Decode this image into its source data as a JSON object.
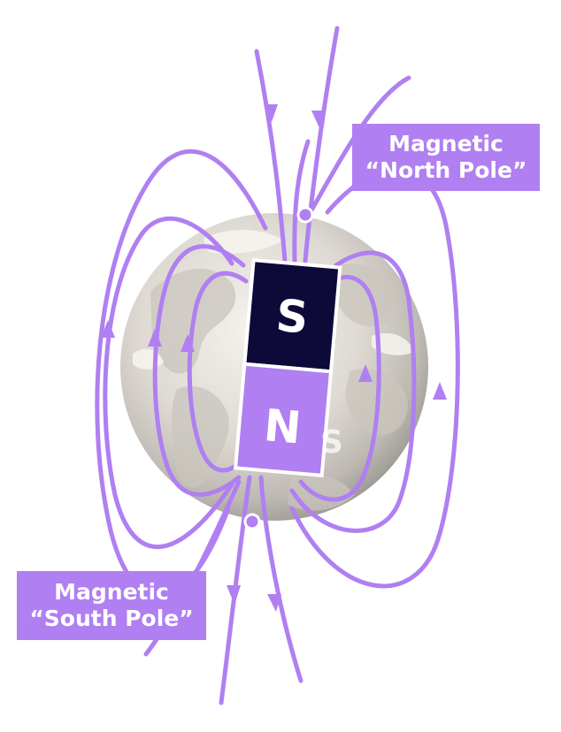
{
  "diagram": {
    "magnet": {
      "top_letter": "S",
      "bottom_letter": "N",
      "top_color": "#0d0a3a",
      "bottom_color": "#b07ff1"
    },
    "globe_letter": "S",
    "north_pole_label": {
      "line1": "Magnetic",
      "line2": "“North Pole”"
    },
    "south_pole_label": {
      "line1": "Magnetic",
      "line2": "“South Pole”"
    },
    "colors": {
      "field_line": "#b07ff1",
      "label_bg": "#b07ff1",
      "magnet_dark": "#0d0a3a",
      "magnet_light": "#b07ff1",
      "globe": "#e6e2dc"
    }
  }
}
